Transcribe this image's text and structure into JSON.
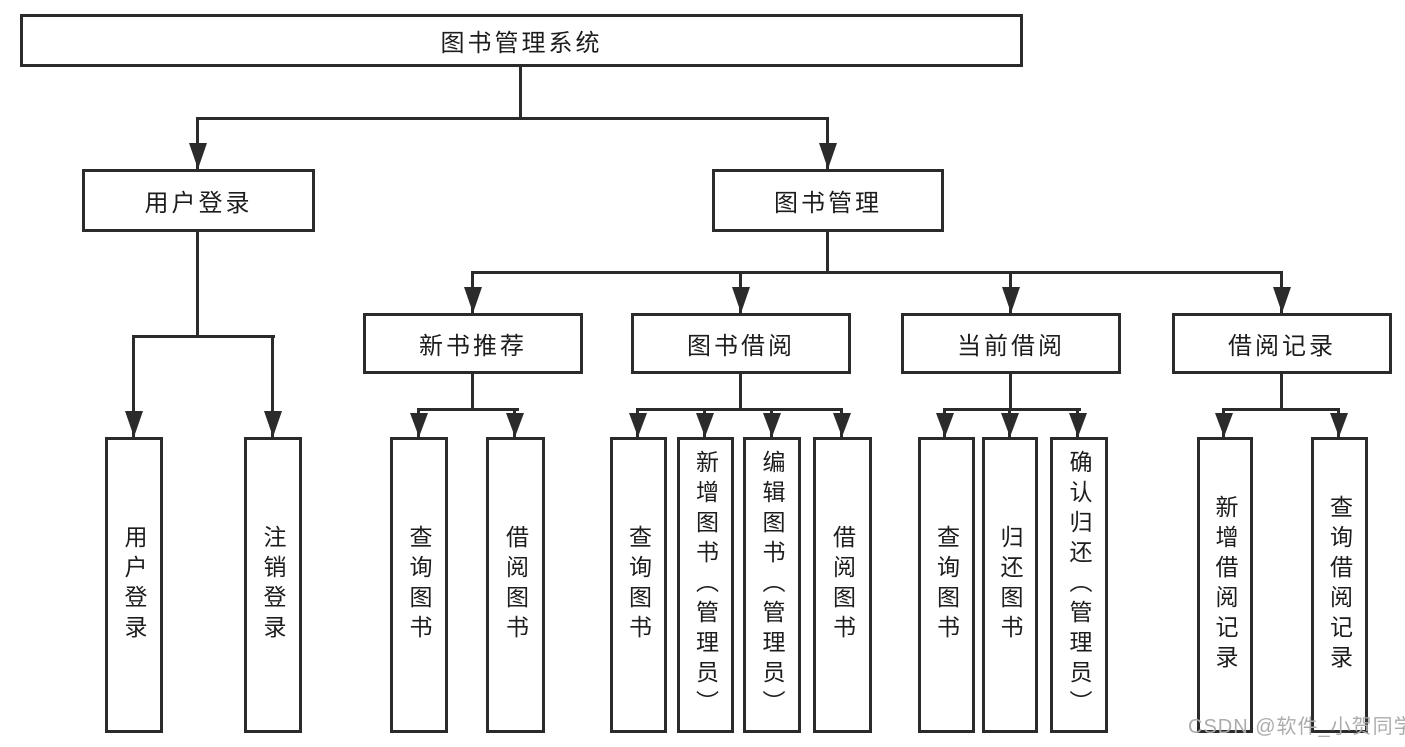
{
  "diagram": {
    "root": {
      "label": "图书管理系统"
    },
    "login_branch": {
      "label": "用户登录",
      "children": [
        {
          "label": "用户登录"
        },
        {
          "label": "注销登录"
        }
      ]
    },
    "mgmt_branch": {
      "label": "图书管理",
      "groups": [
        {
          "label": "新书推荐",
          "children": [
            {
              "label": "查询图书"
            },
            {
              "label": "借阅图书"
            }
          ]
        },
        {
          "label": "图书借阅",
          "children": [
            {
              "label": "查询图书"
            },
            {
              "label": "新增图书（管理员）"
            },
            {
              "label": "编辑图书（管理员）"
            },
            {
              "label": "借阅图书"
            }
          ]
        },
        {
          "label": "当前借阅",
          "children": [
            {
              "label": "查询图书"
            },
            {
              "label": "归还图书"
            },
            {
              "label": "确认归还（管理员）"
            }
          ]
        },
        {
          "label": "借阅记录",
          "children": [
            {
              "label": "新增借阅记录"
            },
            {
              "label": "查询借阅记录"
            }
          ]
        }
      ]
    },
    "watermark": "CSDN @软件_小贺同学",
    "colors": {
      "line": "#2b2b2b",
      "text": "#1d1d1f",
      "watermark": "#acacac",
      "background": "#ffffff"
    }
  }
}
